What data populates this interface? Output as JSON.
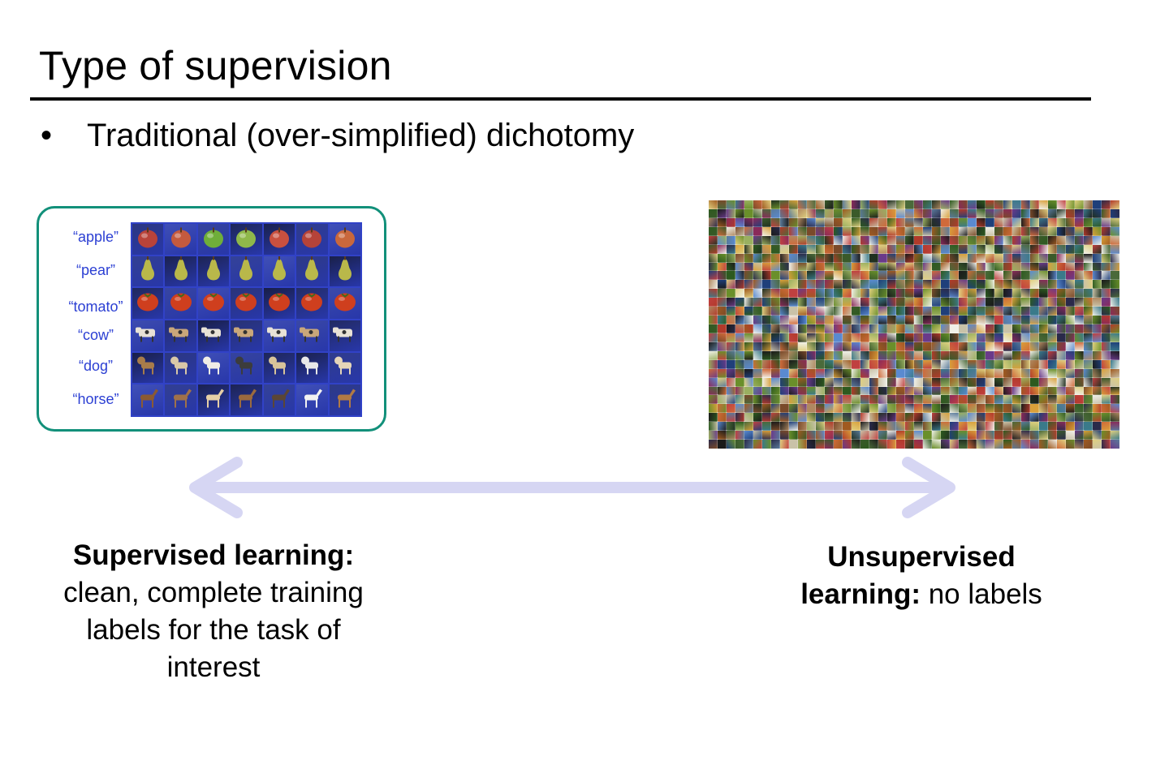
{
  "slide": {
    "title": "Type of supervision",
    "bullet_symbol": "•",
    "bullet_text": "Traditional (over-simplified) dichotomy"
  },
  "supervised_panel": {
    "labels": [
      "“apple”",
      "“pear”",
      "“tomato”",
      "“cow”",
      "“dog”",
      "“horse”"
    ],
    "object_icons": [
      "apple-icon",
      "pear-icon",
      "tomato-icon",
      "cow-icon",
      "dog-icon",
      "horse-icon"
    ],
    "frame_color": "#12907a",
    "label_color": "#2b3fd3",
    "grid_color": "#3142c7"
  },
  "unsupervised_panel": {
    "description_icon": "image-mosaic"
  },
  "arrow": {
    "type": "double-headed",
    "color": "#d6d6f3"
  },
  "captions": {
    "supervised_bold": "Supervised learning:",
    "supervised_line1": "clean, complete training",
    "supervised_line2": "labels for the task of",
    "supervised_line3": "interest",
    "unsupervised_bold1": "Unsupervised",
    "unsupervised_bold2": "learning:",
    "unsupervised_rest": " no labels"
  }
}
